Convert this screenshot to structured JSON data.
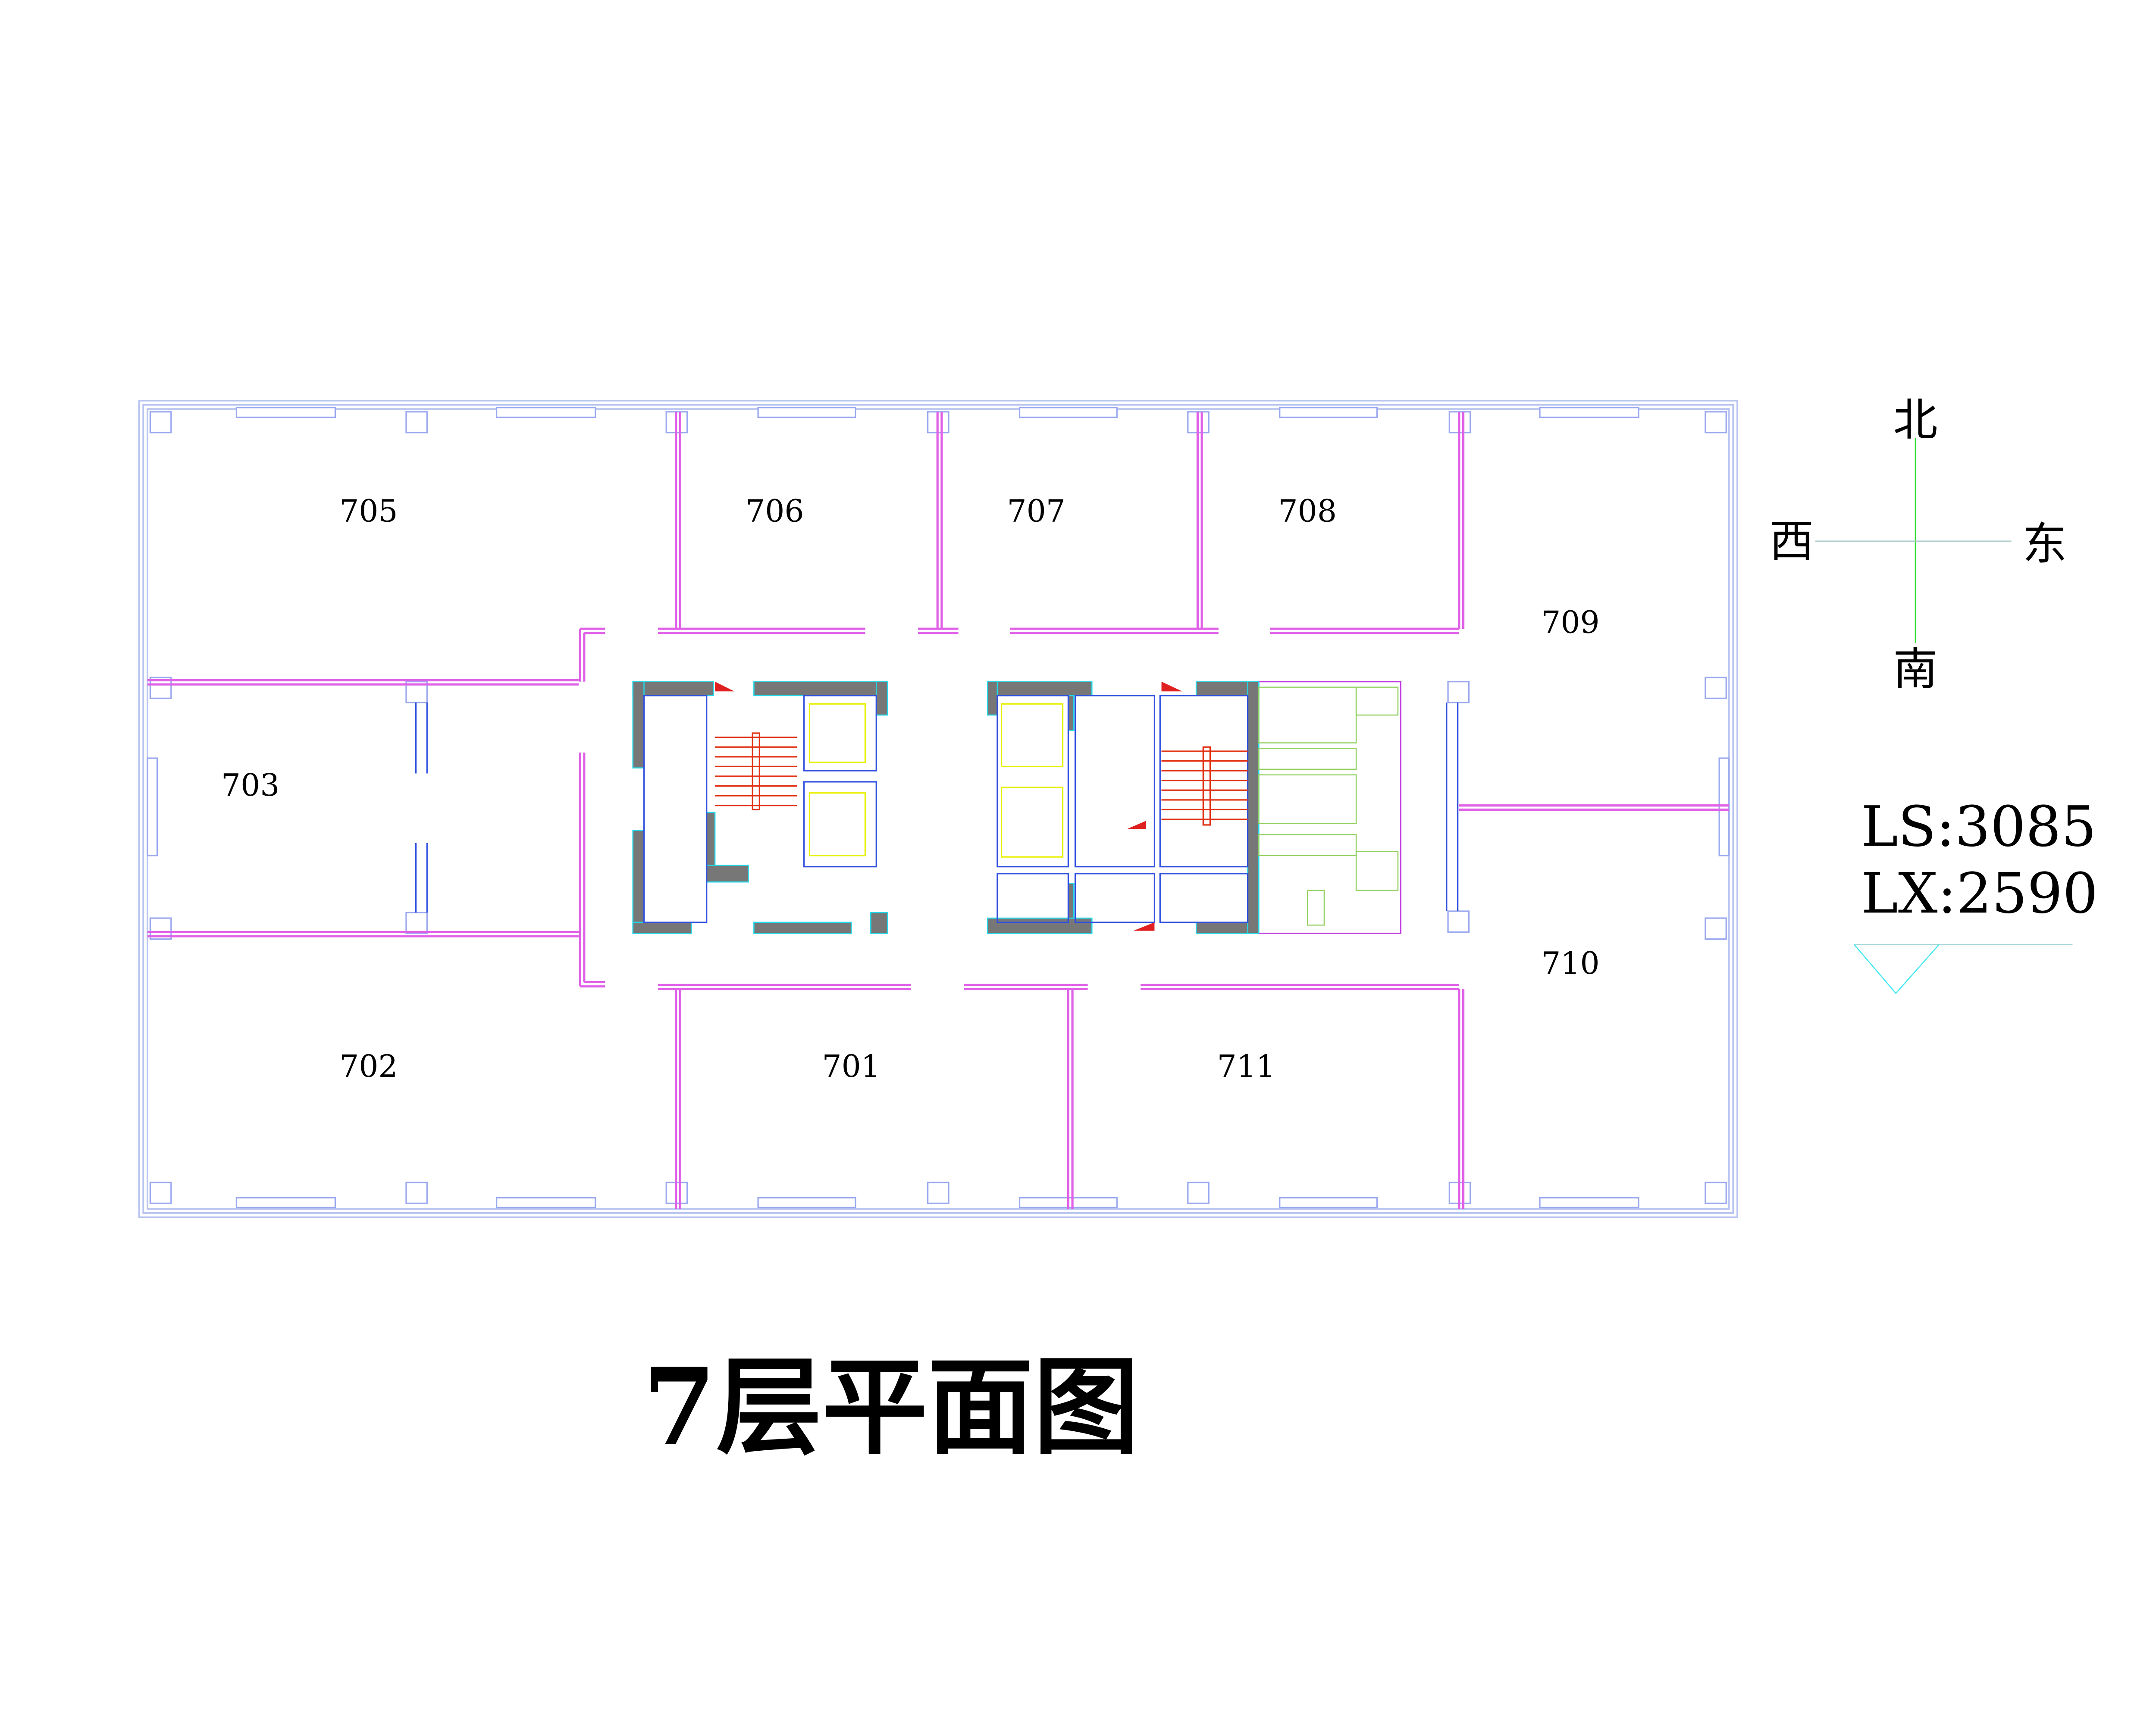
{
  "plan": {
    "title": "7层平面图",
    "rooms": {
      "r705": "705",
      "r706": "706",
      "r707": "707",
      "r708": "708",
      "r709": "709",
      "r703": "703",
      "r710": "710",
      "r702": "702",
      "r701": "701",
      "r711": "711"
    }
  },
  "compass": {
    "north": "北",
    "south": "南",
    "east": "东",
    "west": "西"
  },
  "levels": {
    "ls": "LS:3085",
    "lx": "LX:2590"
  },
  "colors": {
    "wall_outline": "#b8c4f0",
    "partition": "#e060e8",
    "core_wall": "#777777",
    "stair": "#e03010"
  }
}
